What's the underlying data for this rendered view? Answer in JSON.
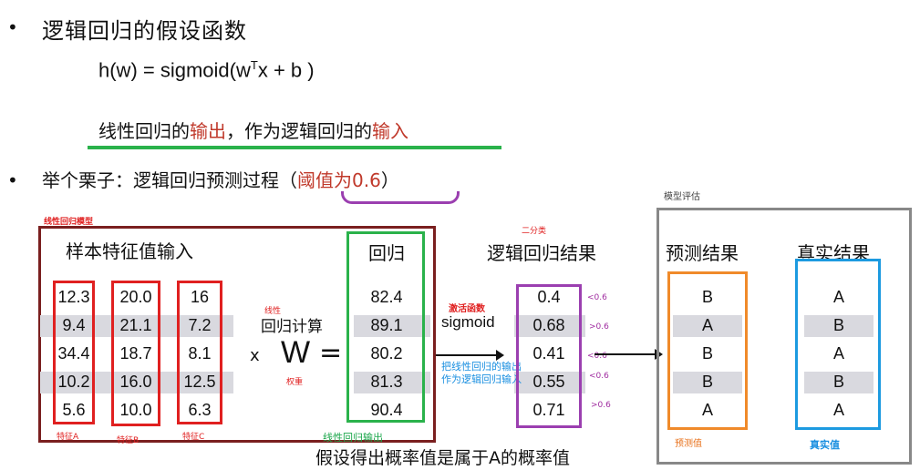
{
  "heading1": {
    "bullet": "•",
    "text": "逻辑回归的假设函数"
  },
  "formula": {
    "prefix": "h(w) = sigmoid(w",
    "superscript": "T",
    "suffix": "x  +  b  )"
  },
  "note": {
    "part1": "线性回归的",
    "highlight1": "输出",
    "part2": "，作为逻辑回归的",
    "highlight2": "输入"
  },
  "heading2": {
    "bullet": "•",
    "text": "举个栗子：逻辑回归预测过程（",
    "threshold": "阈值为0.6",
    "close": "）"
  },
  "linear_model": {
    "label": "线性回归模型",
    "title": "样本特征值输入",
    "features": [
      {
        "label": "特征A",
        "values": [
          "12.3",
          "9.4",
          "34.4",
          "10.2",
          "5.6"
        ]
      },
      {
        "label": "特征B",
        "values": [
          "20.0",
          "21.1",
          "18.7",
          "16.0",
          "10.0"
        ]
      },
      {
        "label": "特征C",
        "values": [
          "16",
          "7.2",
          "8.1",
          "12.5",
          "6.3"
        ]
      }
    ],
    "calc_small": "线性",
    "calc_label": "回归计算",
    "times": "x",
    "W": "W",
    "equals": "=",
    "weight_label": "权重",
    "regression_title": "回归",
    "regression_values": [
      "82.4",
      "89.1",
      "80.2",
      "81.3",
      "90.4"
    ],
    "regression_output_label": "线性回归输出"
  },
  "activation": {
    "label": "激活函数",
    "name": "sigmoid",
    "note_line1": "把线性回归的输出",
    "note_line2": "作为逻辑回归输入"
  },
  "logistic": {
    "small_label": "二分类",
    "title": "逻辑回归结果",
    "values": [
      "0.4",
      "0.68",
      "0.41",
      "0.55",
      "0.71"
    ],
    "comparisons": [
      "<0.6",
      ">0.6",
      "<0.6",
      "<0.6",
      ">0.6"
    ]
  },
  "evaluation": {
    "label": "模型评估",
    "pred_title": "预测结果",
    "pred_values": [
      "B",
      "A",
      "B",
      "B",
      "A"
    ],
    "pred_label": "预测值",
    "true_title": "真实结果",
    "true_values": [
      "A",
      "B",
      "A",
      "B",
      "A"
    ],
    "true_label": "真实值"
  },
  "footer": "假设得出概率值是属于A的概率值",
  "colors": {
    "dark_red": "#7a1f1f",
    "red": "#e02020",
    "green": "#2ab24b",
    "purple": "#9b3fb0",
    "orange": "#f08a2a",
    "blue": "#1c9ae0",
    "gray": "#888888"
  }
}
